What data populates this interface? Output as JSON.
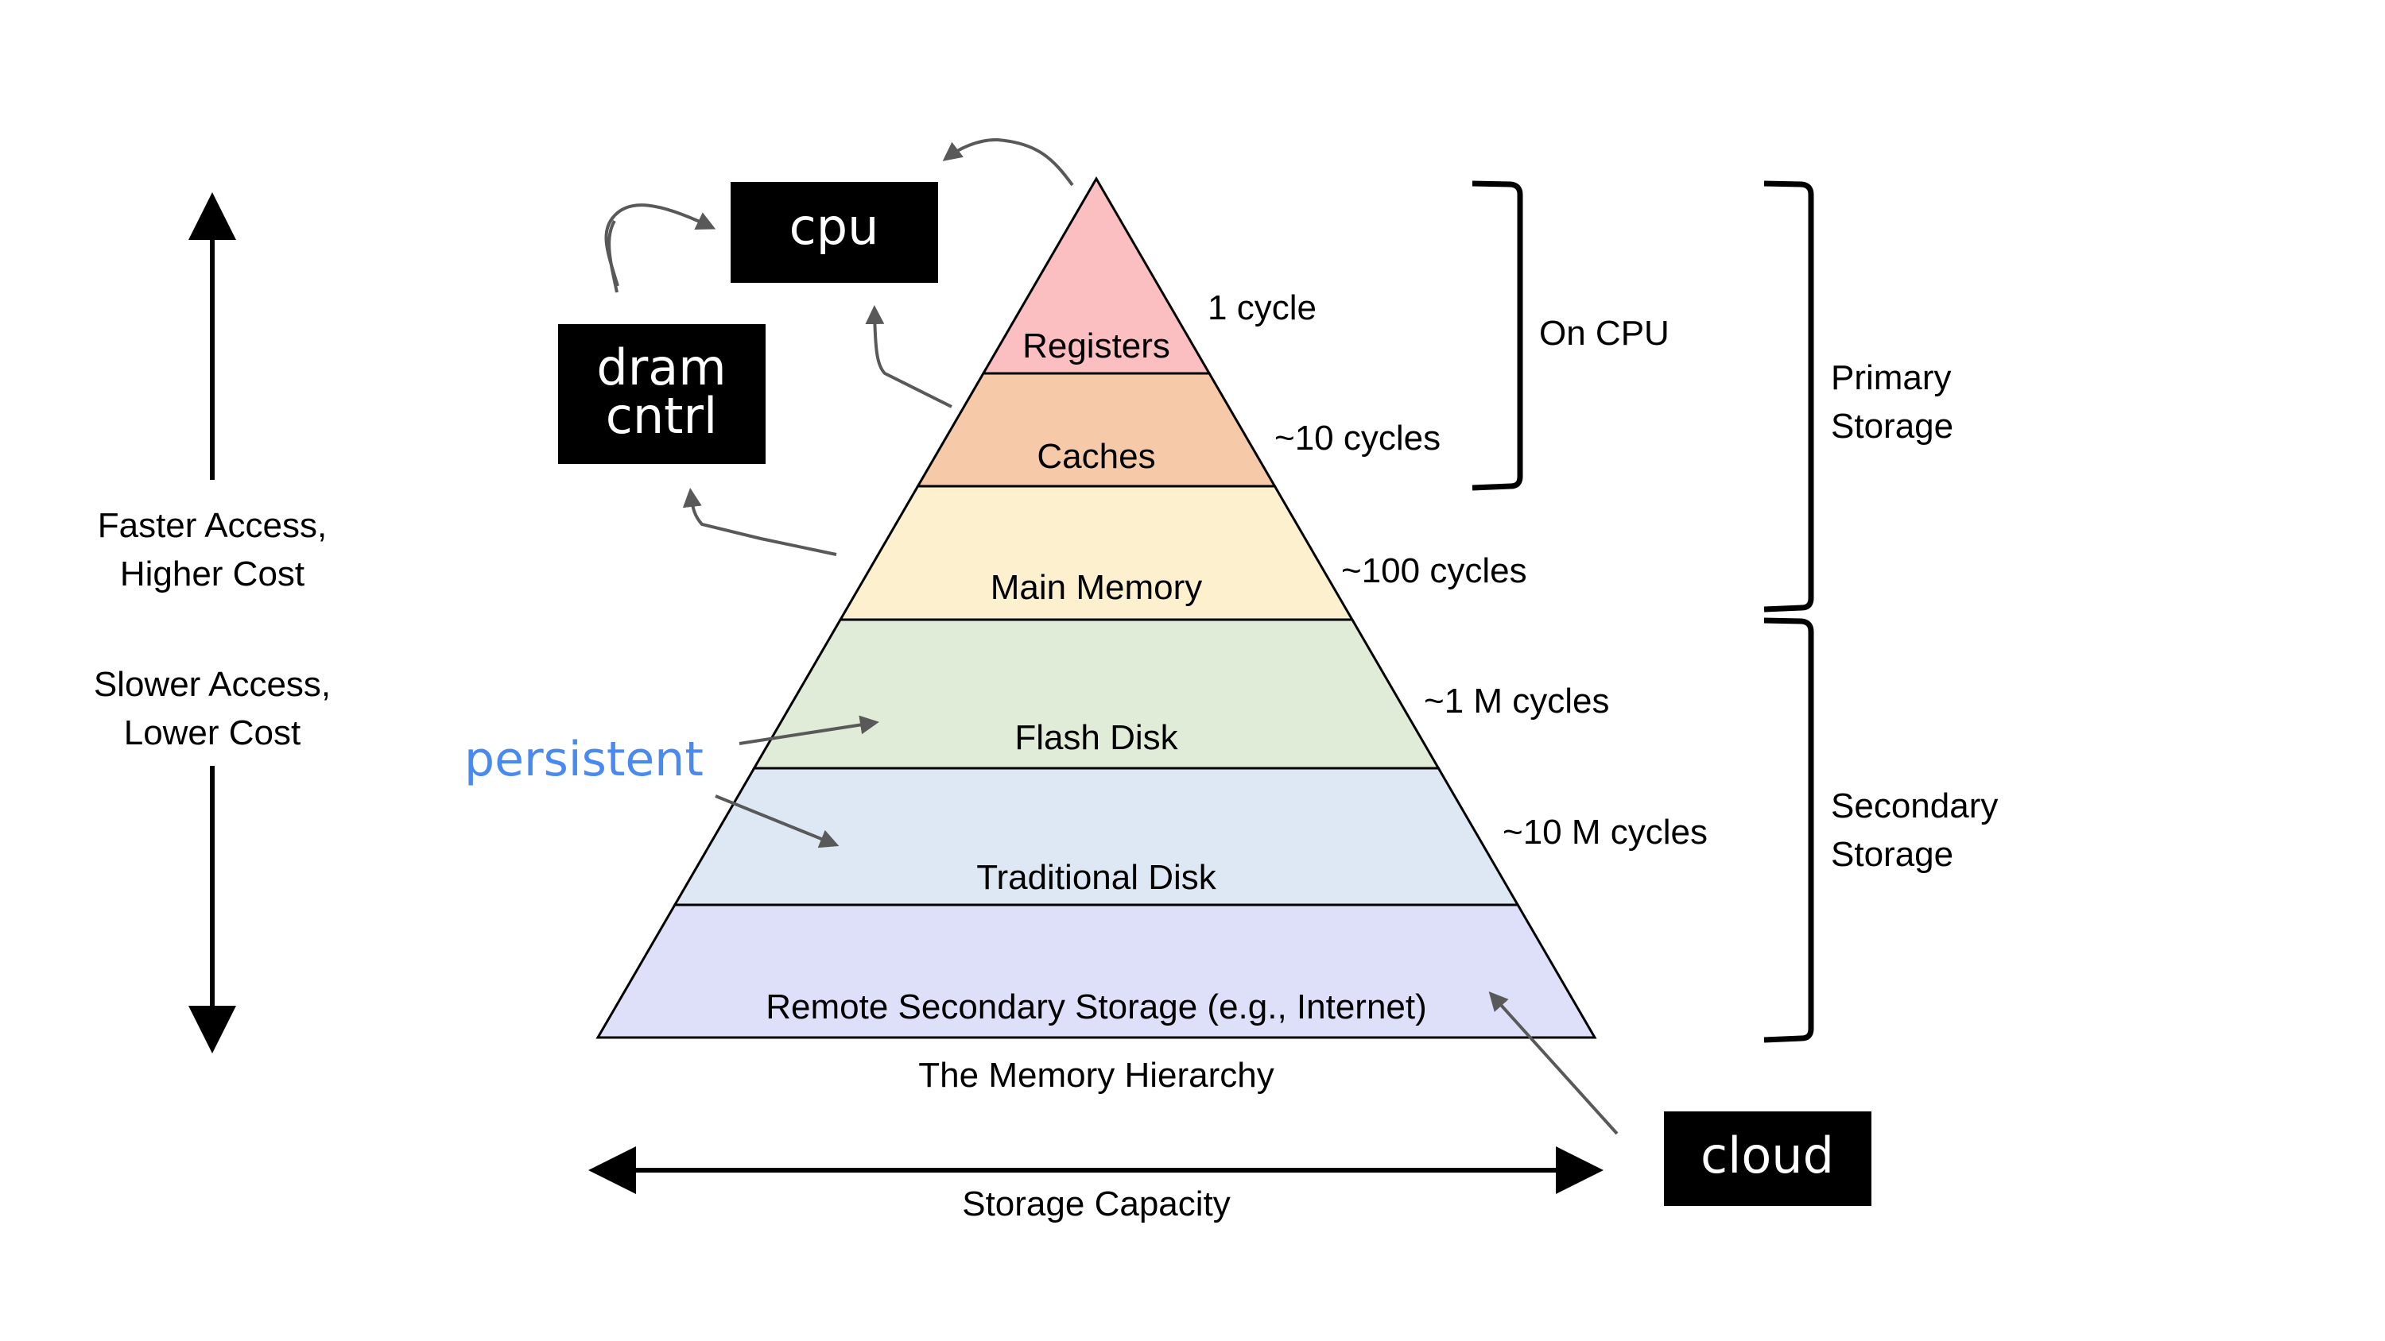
{
  "title": "The Memory Hierarchy",
  "pyramid": {
    "levels": [
      {
        "label": "Registers",
        "latency": "1 cycle",
        "color": "#fcbfc1"
      },
      {
        "label": "Caches",
        "latency": "~10 cycles",
        "color": "#f6caa8"
      },
      {
        "label": "Main Memory",
        "latency": "~100 cycles",
        "color": "#fdf0cf"
      },
      {
        "label": "Flash Disk",
        "latency": "~1 M cycles",
        "color": "#e1ecd8"
      },
      {
        "label": "Traditional Disk",
        "latency": "~10 M cycles",
        "color": "#dde8f4"
      },
      {
        "label": "Remote Secondary Storage (e.g., Internet)",
        "latency": "",
        "color": "#dedff9"
      }
    ]
  },
  "left_axis": {
    "top_label_line1": "Faster Access,",
    "top_label_line2": "Higher Cost",
    "bottom_label_line1": "Slower Access,",
    "bottom_label_line2": "Lower Cost"
  },
  "bottom_axis": {
    "label": "Storage Capacity"
  },
  "brackets": {
    "on_cpu": "On CPU",
    "primary_line1": "Primary",
    "primary_line2": "Storage",
    "secondary_line1": "Secondary",
    "secondary_line2": "Storage"
  },
  "annotations": {
    "cpu": "cpu",
    "dram_line1": "dram",
    "dram_line2": "cntrl",
    "cloud": "cloud",
    "persistent": "persistent",
    "persistent_color": "#4a89f0",
    "arrow_color": "#595959"
  }
}
